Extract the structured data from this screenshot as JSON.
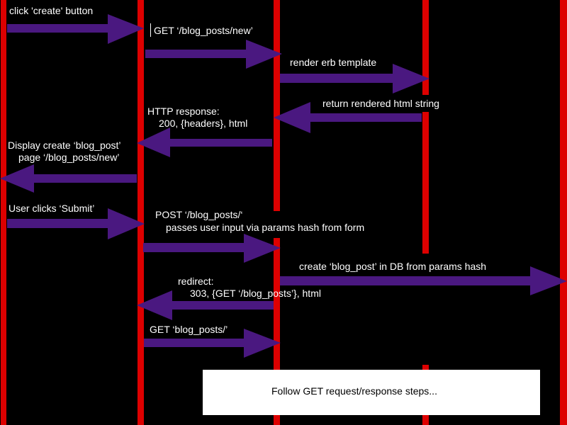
{
  "colors": {
    "background": "#000000",
    "lifeline": "#dd0000",
    "arrow": "#4a1880",
    "label": "#ffffff",
    "note_fill": "#ffffff",
    "note_text": "#000000"
  },
  "messages": [
    {
      "lines": [
        "click 'create' button"
      ]
    },
    {
      "lines": [
        "GET ‘/blog_posts/new’"
      ]
    },
    {
      "lines": [
        "render erb template"
      ]
    },
    {
      "lines": [
        "return rendered html string"
      ]
    },
    {
      "lines": [
        "HTTP response:",
        "200, {headers}, html"
      ]
    },
    {
      "lines": [
        "Display create ‘blog_post’",
        "page ‘/blog_posts/new’"
      ]
    },
    {
      "lines": [
        "User clicks ‘Submit’"
      ]
    },
    {
      "lines": [
        "POST ‘/blog_posts/‘",
        "passes user input via params hash from form"
      ]
    },
    {
      "lines": [
        "create ‘blog_post’ in DB from params hash"
      ]
    },
    {
      "lines": [
        "redirect:",
        "303, {GET  ‘/blog_posts’}, html"
      ]
    },
    {
      "lines": [
        "GET  ‘blog_posts/’"
      ]
    }
  ],
  "note": {
    "text": "Follow GET request/response steps..."
  }
}
